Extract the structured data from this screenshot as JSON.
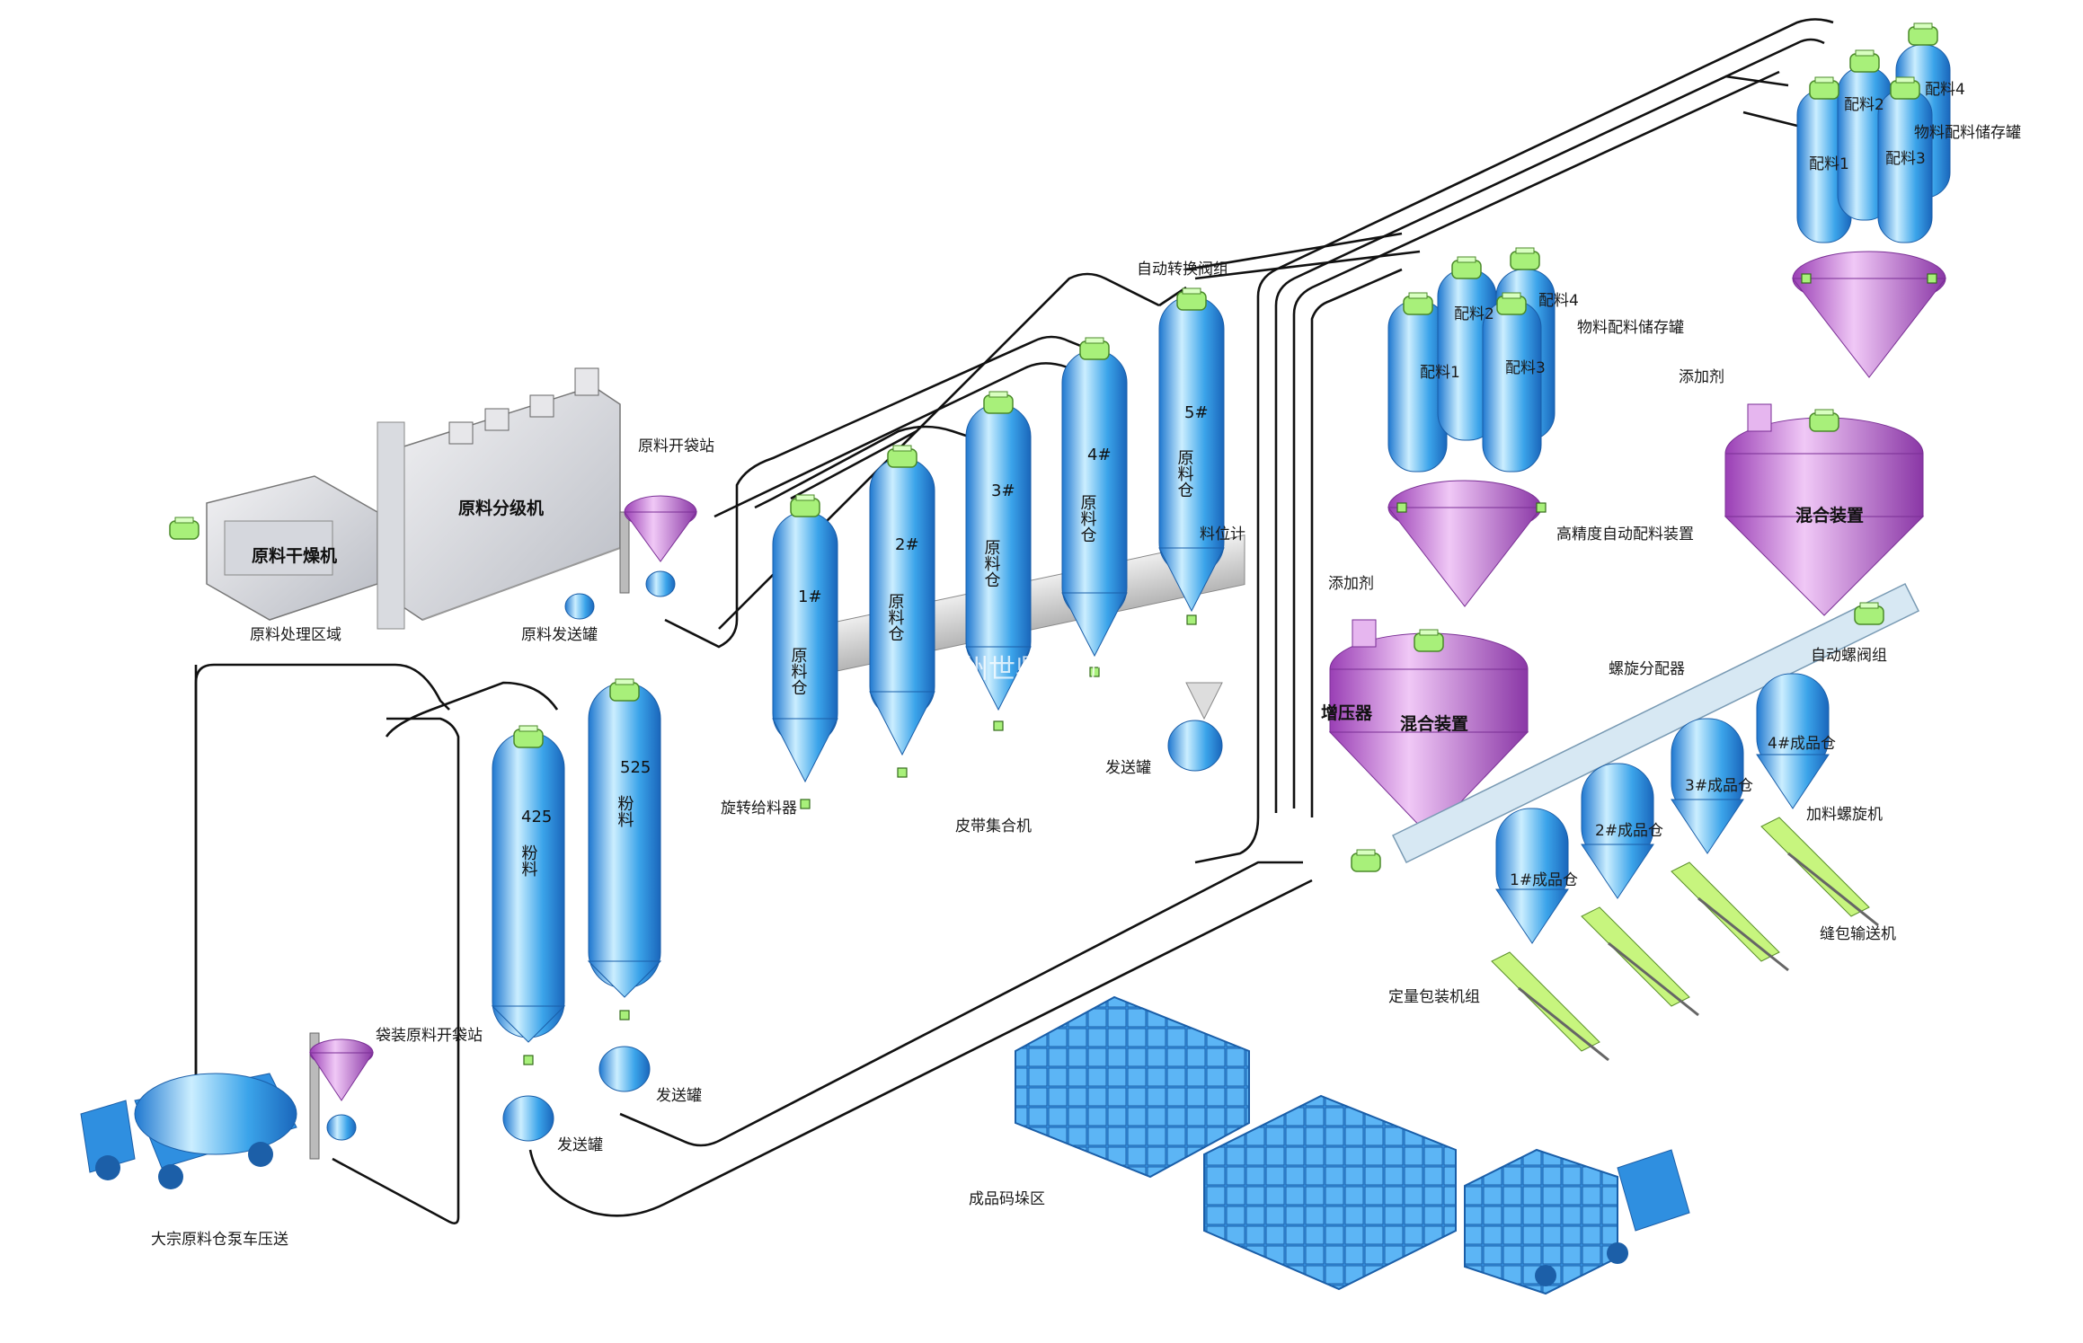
{
  "watermark": "郑州世鼎自动化",
  "labels": {
    "raw_dryer": "原料干燥机",
    "raw_classifier": "原料分级机",
    "raw_area": "原料处理区域",
    "raw_unpack_station": "原料开袋站",
    "raw_send_tank": "原料发送罐",
    "auto_valve_group": "自动转换阀组",
    "level_meter": "料位计",
    "rotary_feeder": "旋转给料器",
    "belt_collector": "皮带集合机",
    "send_tank_1": "发送罐",
    "send_tank_2": "发送罐",
    "send_tank_3": "发送罐",
    "bag_unpack_station": "袋装原料开袋站",
    "bulk_truck": "大宗原料仓泵车压送",
    "stack_area": "成品码垛区",
    "additive_1": "添加剂",
    "additive_2": "添加剂",
    "booster": "增压器",
    "mix_device_1": "混合装置",
    "mix_device_2": "混合装置",
    "hp_batching": "高精度自动配料装置",
    "material_storage_1": "物料配料储存罐",
    "material_storage_2": "物料配料储存罐",
    "screw_distributor": "螺旋分配器",
    "auto_screw_valve": "自动螺阀组",
    "add_screw": "加料螺旋机",
    "bag_conveyor": "缝包输送机",
    "packing_group": "定量包装机组"
  },
  "raw_silos": [
    {
      "name": "1#",
      "text": "原料仓"
    },
    {
      "name": "2#",
      "text": "原料仓"
    },
    {
      "name": "3#",
      "text": "原料仓"
    },
    {
      "name": "4#",
      "text": "原料仓"
    },
    {
      "name": "5#",
      "text": "原料仓"
    }
  ],
  "powder_silos": [
    {
      "name": "425",
      "text": "粉料"
    },
    {
      "name": "525",
      "text": "粉料"
    }
  ],
  "batch_tanks_a": [
    "配料1",
    "配料2",
    "配料3",
    "配料4"
  ],
  "batch_tanks_b": [
    "配料1",
    "配料2",
    "配料3",
    "配料4"
  ],
  "product_silos": [
    "1#成品仓",
    "2#成品仓",
    "3#成品仓",
    "4#成品仓"
  ],
  "colors": {
    "silo": "#3aa0e6",
    "silo_light": "#bfe6ff",
    "hopper": "#c26bd0",
    "motor": "#a8f07a",
    "pipe": "#111111",
    "block": "#2f8fe0"
  }
}
